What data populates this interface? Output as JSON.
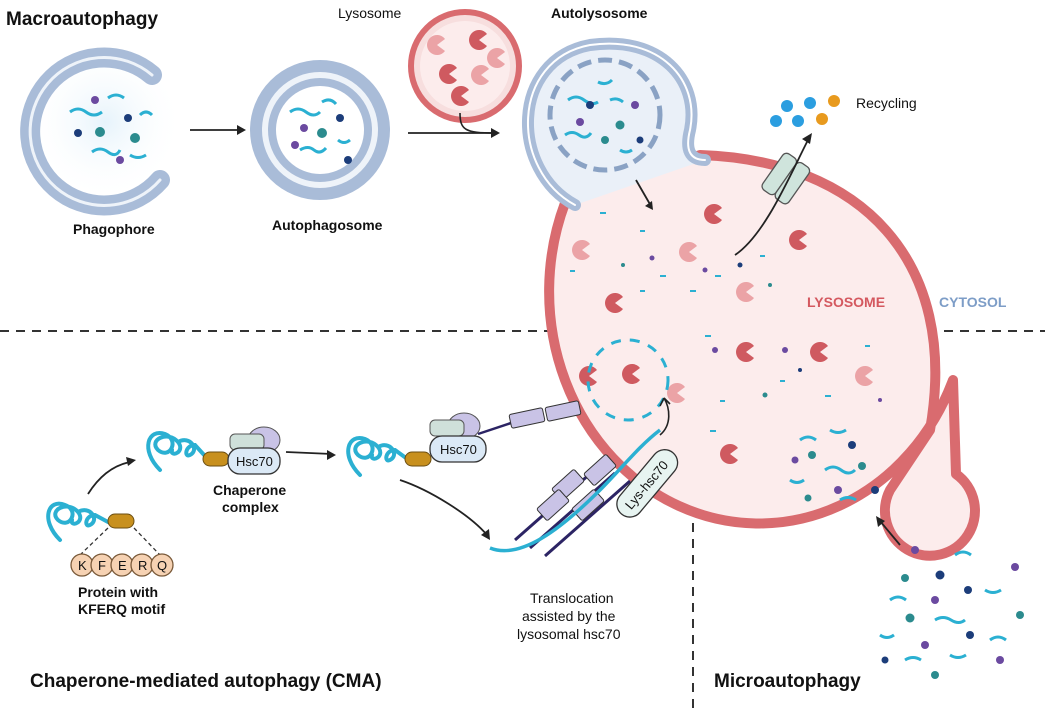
{
  "sections": {
    "macro_title": "Macroautophagy",
    "cma_title": "Chaperone-mediated autophagy (CMA)",
    "micro_title": "Microautophagy"
  },
  "labels": {
    "phagophore": "Phagophore",
    "autophagosome": "Autophagosome",
    "lysosome": "Lysosome",
    "autolysosome": "Autolysosome",
    "recycling": "Recycling",
    "lysosome_region": "LYSOSOME",
    "cytosol_region": "CYTOSOL",
    "chaperone_line1": "Chaperone",
    "chaperone_line2": "complex",
    "hsc70_a": "Hsc70",
    "hsc70_b": "Hsc70",
    "lys_hsc70": "Lys-hsc70",
    "protein_line1": "Protein with",
    "protein_line2": "KFERQ motif",
    "translocation_line1": "Translocation",
    "translocation_line2": "assisted by the",
    "translocation_line3": "lysosomal hsc70"
  },
  "motif_letters": [
    "K",
    "F",
    "E",
    "R",
    "Q"
  ],
  "colors": {
    "membrane_blue": "#a9bcd8",
    "membrane_blue_dark": "#8aa2c4",
    "lysosome_fill": "#fcecec",
    "lysosome_border": "#d96b6f",
    "enzyme_dark": "#cf5a60",
    "enzyme_light": "#eba3a6",
    "cargo_cyan": "#2bb0d2",
    "motif_fill": "#f6d2b3"
  }
}
